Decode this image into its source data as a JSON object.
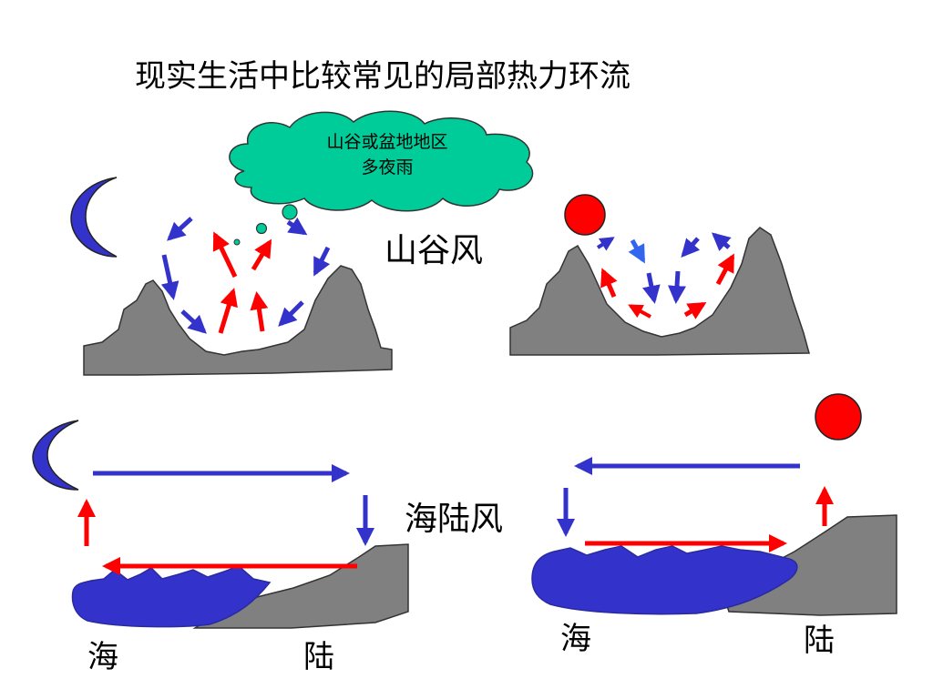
{
  "title": "现实生活中比较常见的局部热力环流",
  "cloud": {
    "line1": "山谷或盆地地区",
    "line2": "多夜雨"
  },
  "valley_breeze": {
    "label": "山谷风"
  },
  "sea_land_breeze": {
    "label": "海陆风",
    "night": {
      "sea_label": "海",
      "land_label": "陆"
    },
    "day": {
      "sea_label": "海",
      "land_label": "陆"
    }
  },
  "colors": {
    "mountain": "#808080",
    "warm_arrow": "#ff0000",
    "cool_arrow": "#3333cc",
    "moon": "#3333cc",
    "sun": "#ff0000",
    "cloud": "#00cc99",
    "sea": "#3333cc"
  },
  "icons": [
    "moon-icon",
    "sun-icon",
    "cloud-icon",
    "raindrop-icon"
  ]
}
